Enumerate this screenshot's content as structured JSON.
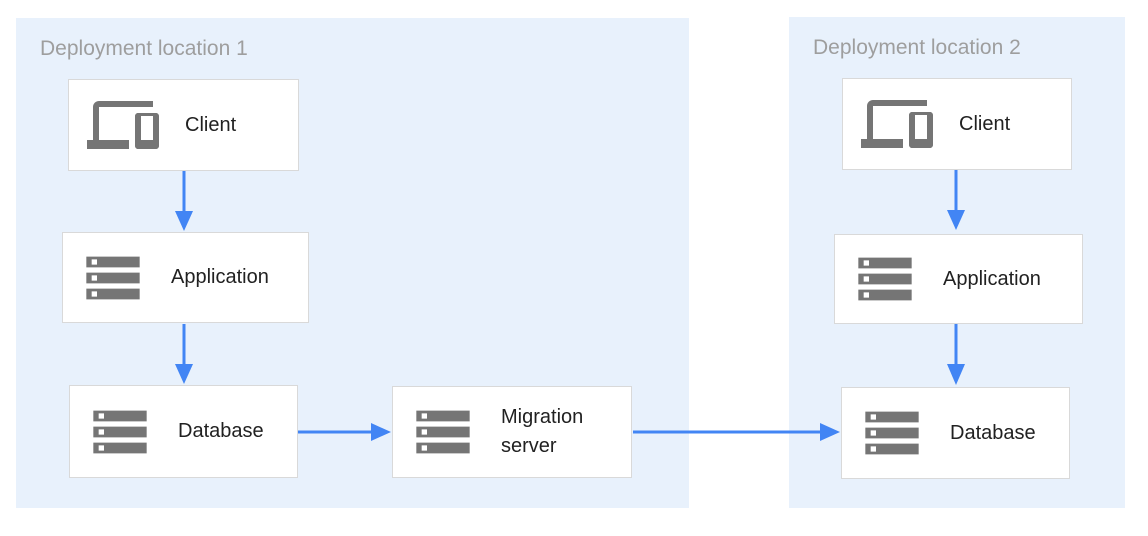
{
  "diagram": {
    "regions": [
      {
        "label": "Deployment location 1",
        "nodes": [
          {
            "id": "client-1",
            "label": "Client",
            "icon": "devices-icon"
          },
          {
            "id": "application-1",
            "label": "Application",
            "icon": "server-stack-icon"
          },
          {
            "id": "database-1",
            "label": "Database",
            "icon": "server-stack-icon"
          }
        ]
      },
      {
        "label": "Deployment location 2",
        "nodes": [
          {
            "id": "client-2",
            "label": "Client",
            "icon": "devices-icon"
          },
          {
            "id": "application-2",
            "label": "Application",
            "icon": "server-stack-icon"
          },
          {
            "id": "database-2",
            "label": "Database",
            "icon": "server-stack-icon"
          }
        ]
      }
    ],
    "standalone_nodes": [
      {
        "id": "migration-server",
        "label": "Migration server",
        "icon": "server-stack-icon"
      }
    ],
    "edges": [
      {
        "from": "client-1",
        "to": "application-1"
      },
      {
        "from": "application-1",
        "to": "database-1"
      },
      {
        "from": "database-1",
        "to": "migration-server"
      },
      {
        "from": "migration-server",
        "to": "database-2"
      },
      {
        "from": "client-2",
        "to": "application-2"
      },
      {
        "from": "application-2",
        "to": "database-2"
      }
    ]
  },
  "colors": {
    "region_bg": "#e8f1fc",
    "node_bg": "#ffffff",
    "node_border": "#d9d9d9",
    "arrow": "#4285f4",
    "icon_gray": "#757575",
    "region_label_text": "#9e9e9e",
    "node_text": "#212121",
    "page_bg": "#ffffff"
  }
}
